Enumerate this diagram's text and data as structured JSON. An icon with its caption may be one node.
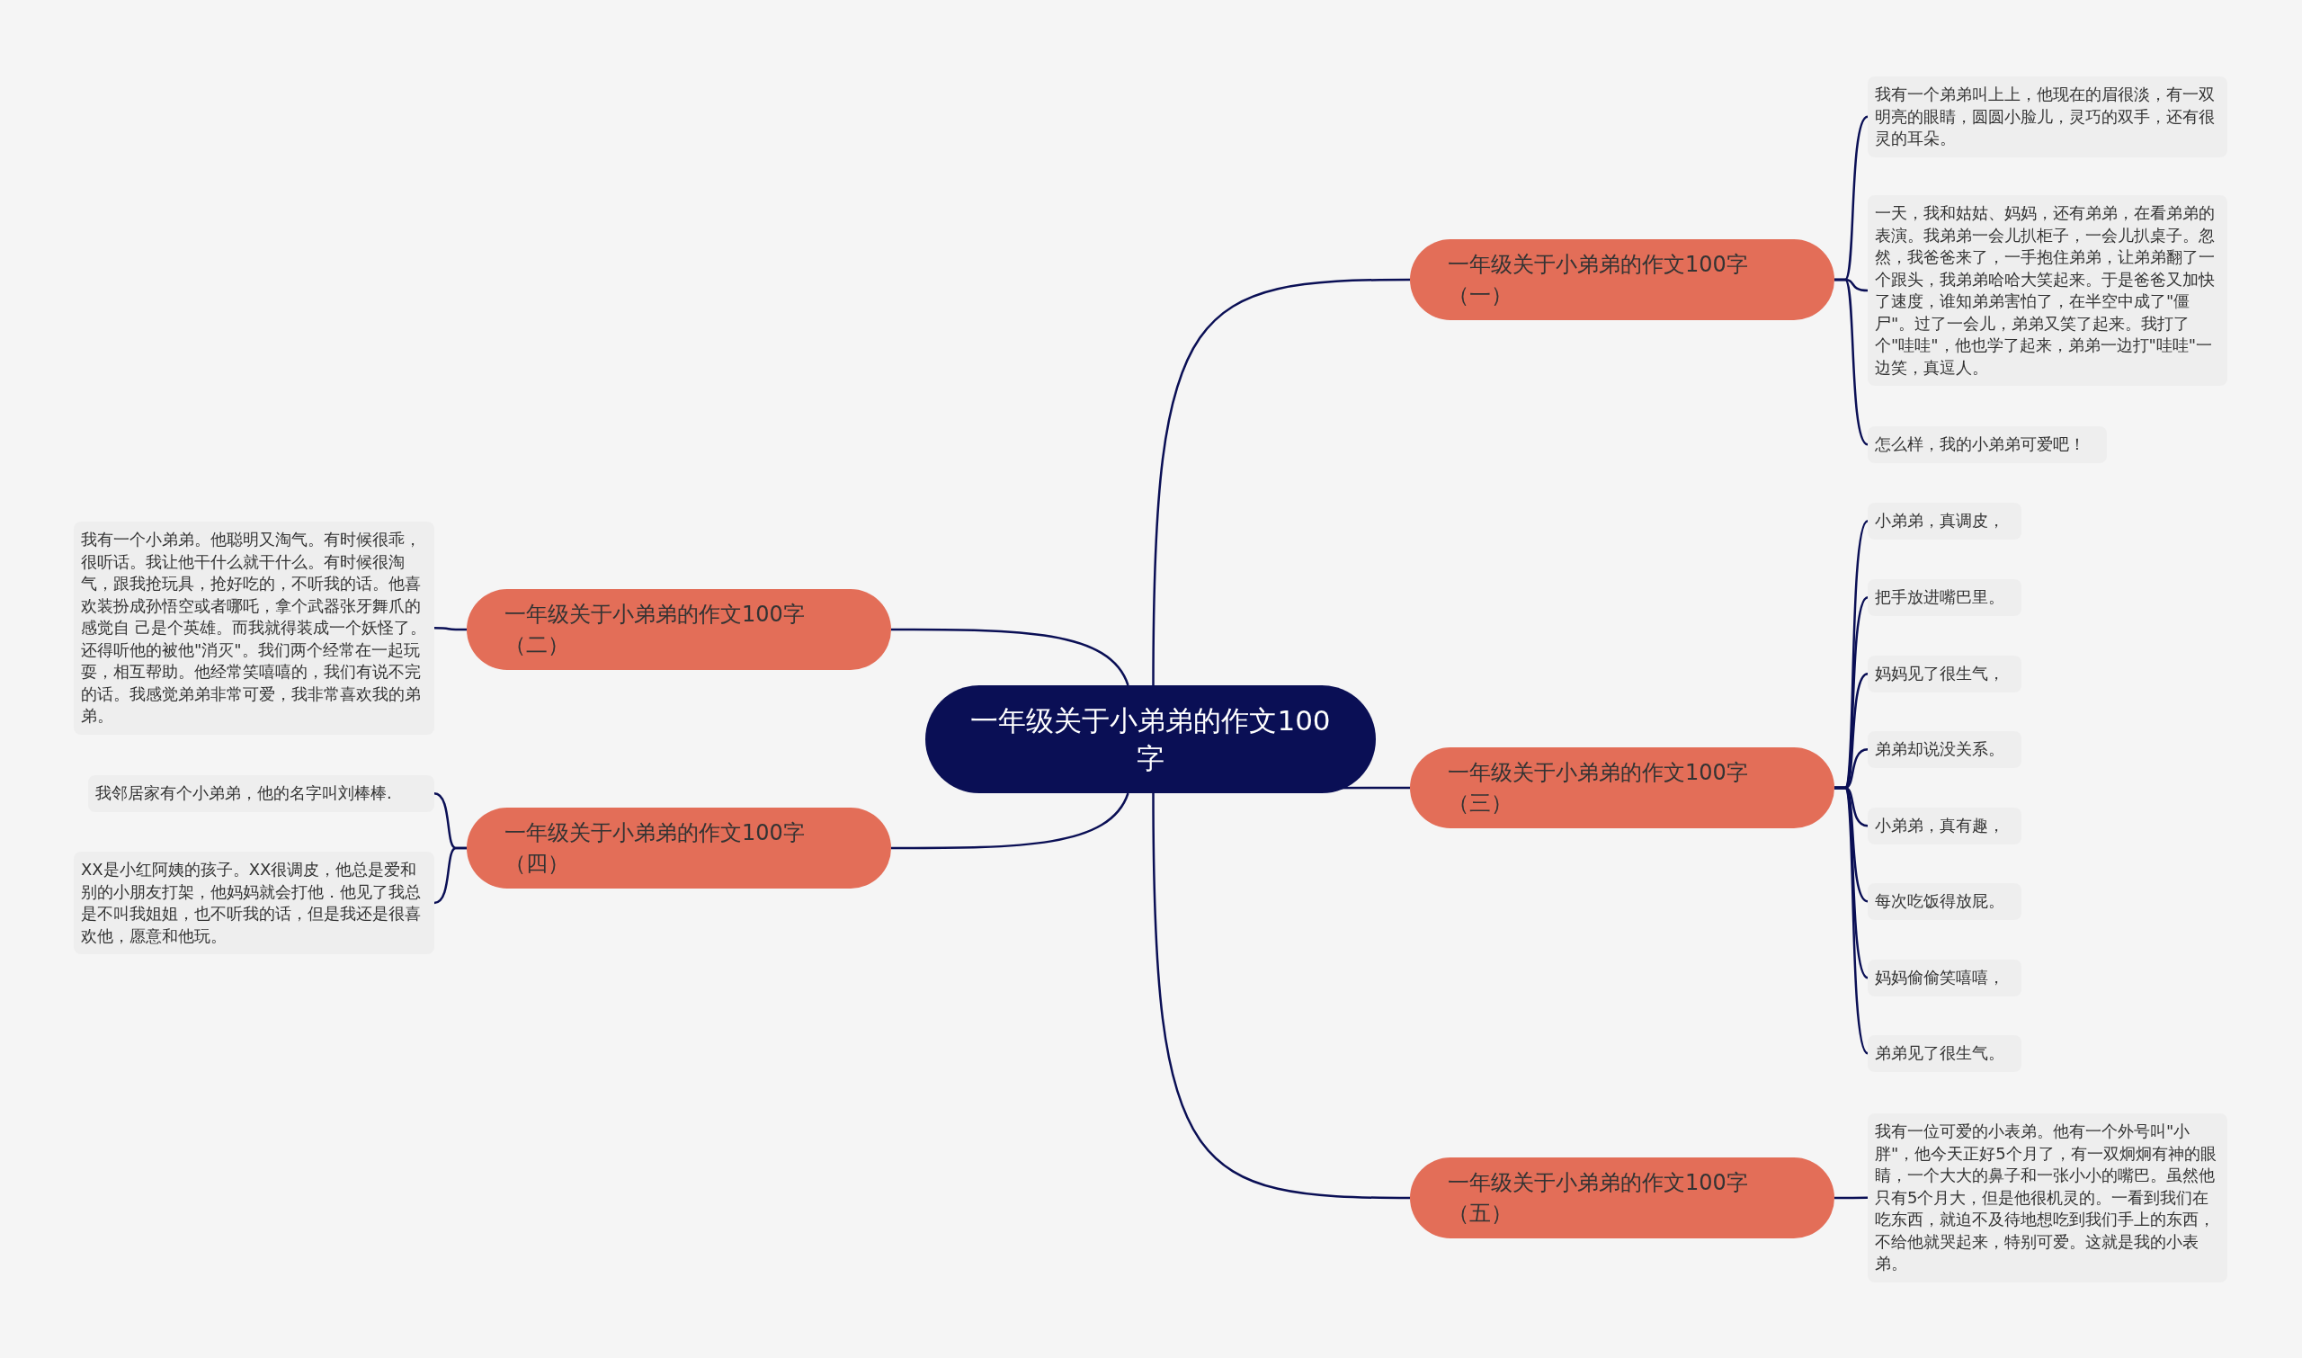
{
  "diagram": {
    "nodes": [
      {
        "text": [
          "一年级关于小弟弟的作文100字"
        ]
      },
      {
        "text": [
          "一年级关于小弟弟的作文100字（一）"
        ]
      },
      {
        "text": [
          "我有一个弟弟叫上上，他现在的眉很淡，有一双明亮的眼睛，圆圆小脸儿，灵巧的双手，还有很灵的耳朵。"
        ]
      },
      {
        "text": [
          "一天，我和姑姑、妈妈，还有弟弟，在看弟弟的表演。我弟弟一会儿扒柜子，一会儿扒桌子。忽然，我爸爸来了，一手抱住弟弟，让弟弟翻了一个跟头，我弟弟哈哈大笑起来。于是爸爸又加快了速度，谁知弟弟害怕了，在半空中成了\"僵尸\"。过了一会儿，弟弟又笑了起来。我打了个\"哇哇\"，他也学了起来，弟弟一边打\"哇哇\"一边笑，真逗人。"
        ]
      },
      {
        "text": [
          "怎么样，我的小弟弟可爱吧！"
        ]
      },
      {
        "text": [
          "一年级关于小弟弟的作文100字（二）"
        ]
      },
      {
        "text": [
          "我有一个小弟弟。他聪明又淘气。有时候很乖，很听话。我让他干什么就干什么。有时候很淘气，跟我抢玩具，抢好吃的，不听我的话。他喜欢装扮成孙悟空或者哪吒，拿个武器张牙舞爪的感觉自 己是个英雄。而我就得装成一个妖怪了。还得听他的被他\"消灭\"。我们两个经常在一起玩耍，相互帮助。他经常笑嘻嘻的，我们有说不完的话。我感觉弟弟非常可爱，我非常喜欢我的弟弟。"
        ]
      },
      {
        "text": [
          "一年级关于小弟弟的作文100字（三）"
        ]
      },
      {
        "text": [
          "小弟弟，真调皮，"
        ]
      },
      {
        "text": [
          "把手放进嘴巴里。"
        ]
      },
      {
        "text": [
          "妈妈见了很生气，"
        ]
      },
      {
        "text": [
          "弟弟却说没关系。"
        ]
      },
      {
        "text": [
          "小弟弟，真有趣，"
        ]
      },
      {
        "text": [
          "每次吃饭得放屁。"
        ]
      },
      {
        "text": [
          "妈妈偷偷笑嘻嘻，"
        ]
      },
      {
        "text": [
          "弟弟见了很生气。"
        ]
      },
      {
        "text": [
          "一年级关于小弟弟的作文100字（四）"
        ]
      },
      {
        "text": [
          "我邻居家有个小弟弟，他的名字叫刘棒棒."
        ]
      },
      {
        "text": [
          "XX是小红阿姨的孩子。XX很调皮，他总是爱和别的小朋友打架，他妈妈就会打他．他见了我总是不叫我姐姐，也不听我的话，但是我还是很喜欢他，愿意和他玩。"
        ]
      },
      {
        "text": [
          "一年级关于小弟弟的作文100字（五）"
        ]
      },
      {
        "text": [
          "我有一位可爱的小表弟。他有一个外号叫\"小胖\"，他今天正好5个月了，有一双炯炯有神的眼睛，一个大大的鼻子和一张小小的嘴巴。虽然他只有5个月大，但是他很机灵的。一看到我们在吃东西，就迫不及待地想吃到我们手上的东西，不给他就哭起来，特别可爱。这就是我的小表弟。"
        ]
      }
    ],
    "edges": [
      {
        "from": 0,
        "to": 1,
        "arrow": "none"
      },
      {
        "from": 1,
        "to": 2,
        "arrow": "none"
      },
      {
        "from": 1,
        "to": 3,
        "arrow": "none"
      },
      {
        "from": 1,
        "to": 4,
        "arrow": "none"
      },
      {
        "from": 0,
        "to": 5,
        "arrow": "none"
      },
      {
        "from": 5,
        "to": 6,
        "arrow": "none"
      },
      {
        "from": 0,
        "to": 7,
        "arrow": "none"
      },
      {
        "from": 7,
        "to": 8,
        "arrow": "none"
      },
      {
        "from": 7,
        "to": 9,
        "arrow": "none"
      },
      {
        "from": 7,
        "to": 10,
        "arrow": "none"
      },
      {
        "from": 7,
        "to": 11,
        "arrow": "none"
      },
      {
        "from": 7,
        "to": 12,
        "arrow": "none"
      },
      {
        "from": 7,
        "to": 13,
        "arrow": "none"
      },
      {
        "from": 7,
        "to": 14,
        "arrow": "none"
      },
      {
        "from": 7,
        "to": 15,
        "arrow": "none"
      },
      {
        "from": 0,
        "to": 16,
        "arrow": "none"
      },
      {
        "from": 16,
        "to": 17,
        "arrow": "none"
      },
      {
        "from": 16,
        "to": 18,
        "arrow": "none"
      },
      {
        "from": 0,
        "to": 19,
        "arrow": "none"
      },
      {
        "from": 19,
        "to": 20,
        "arrow": "none"
      }
    ]
  }
}
